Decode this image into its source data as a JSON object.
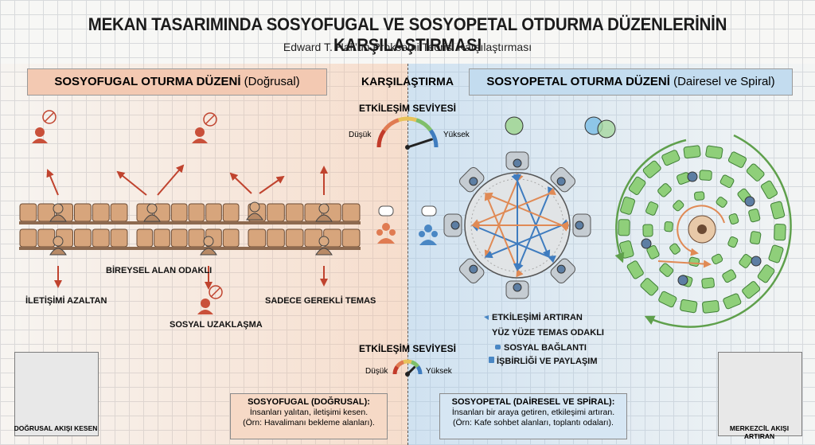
{
  "title": "MEKAN TASARIMINDA SOSYOFUGAL VE SOSYOPETAL OTDURMA DÜZENLERİNİN KARŞILAŞTIRMASI",
  "subtitle": "Edward T. Hall’un Proksemi Teorisi Karşılaştırması",
  "left_header": {
    "bold": "SOSYOFUGAL OTURMA DÜZENİ",
    "rest": " (Doğrusal)"
  },
  "right_header": {
    "bold": "SOSYOPETAL OTURMA DÜZENİ",
    "rest": " (Dairesel ve Spiral)"
  },
  "comparison": {
    "title": "KARŞILAŞTIRMA",
    "gauge_top": {
      "title": "ETKİLEŞİM SEVİYESİ",
      "low": "Düşük",
      "high": "Yüksek",
      "level": 0.9
    },
    "gauge_bottom": {
      "title": "ETKİLEŞİM SEVİYESİ",
      "low": "Düşük",
      "high": "Yüksek",
      "level": 0.75
    }
  },
  "left_labels": {
    "individual_focus": "BİREYSEL ALAN ODAKLI",
    "reduces_communication": "İLETİŞİMİ AZALTAN",
    "social_distancing": "SOSYAL UZAKLAŞMA",
    "necessary_contact": "SADECE GEREKLİ TEMAS"
  },
  "right_features": [
    "ETKİLEŞİMİ ARTIRAN",
    "YÜZ YÜZE TEMAS ODAKLI",
    "SOSYAL BAĞLANTI",
    "İŞBİRLİĞİ VE PAYLAŞIM"
  ],
  "left_box": {
    "title": "SOSYOFUGAL (DOĞRUSAL):",
    "line1": "İnsanları yalıtan, iletişimi kesen.",
    "line2": "(Örn: Havalimanı bekleme alanları)."
  },
  "right_box": {
    "title": "SOSYOPETAL (DAİRESEL VE SPİRAL):",
    "line1": "İnsanları bir araya getiren, etkileşimi artıran.",
    "line2": "(Örn: Kafe sohbet alanları, toplantı odaları)."
  },
  "left_icon_label": "DOĞRUSAL AKIŞI KESEN",
  "right_icon_label": "MERKEZCİL AKIŞI ARTIRAN",
  "colors": {
    "orange": "#e07b52",
    "blue": "#4a87c4",
    "green": "#6fb35b",
    "seat": "#d7a57c",
    "accent_red": "#c0432e"
  }
}
